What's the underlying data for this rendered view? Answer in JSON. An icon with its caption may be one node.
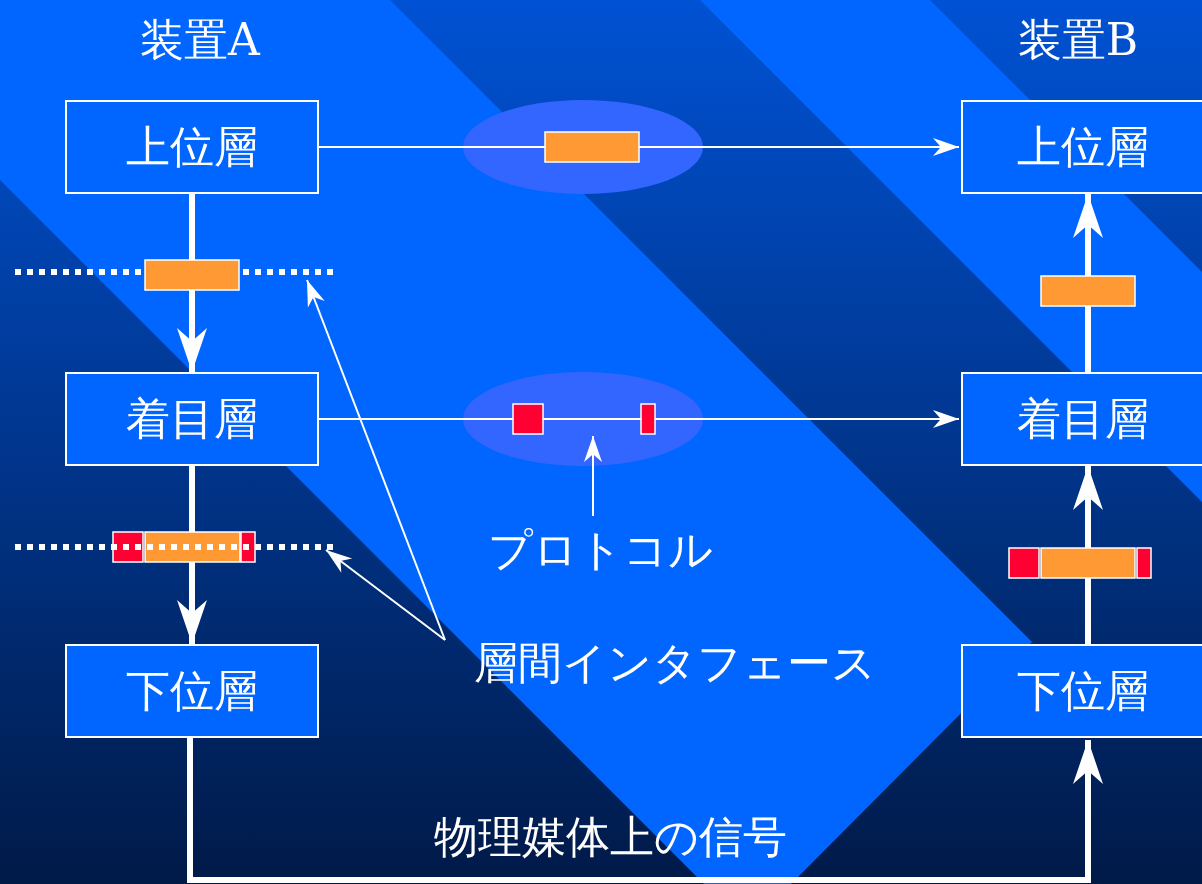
{
  "diagram": {
    "nodes": [
      {
        "text": [
          "上位層"
        ],
        "beside": [
          "装置A"
        ]
      },
      {
        "text": [
          "着目層"
        ]
      },
      {
        "text": [
          "下位層"
        ]
      },
      {
        "text": [
          "上位層"
        ],
        "beside": [
          "装置B"
        ]
      },
      {
        "text": [
          "着目層"
        ]
      },
      {
        "text": [
          "下位層"
        ]
      },
      {
        "text": [
          "プロトコル"
        ]
      },
      {
        "text": [],
        "shape": "ellipse"
      },
      {
        "text": [
          "層間インタフェース"
        ]
      },
      {
        "text": [],
        "shape": "line"
      },
      {
        "text": [],
        "shape": "line"
      },
      {
        "text": [],
        "shape": "ellipse"
      }
    ],
    "edges": [
      {
        "from": 0,
        "to": 7,
        "arrow": "none"
      },
      {
        "from": 7,
        "to": 3,
        "arrow": "to"
      },
      {
        "from": 0,
        "to": 1,
        "arrow": "to",
        "style": "thick"
      },
      {
        "from": 1,
        "to": 11,
        "arrow": "none"
      },
      {
        "from": 11,
        "to": 4,
        "arrow": "to"
      },
      {
        "from": 1,
        "to": 2,
        "arrow": "to",
        "style": "thick"
      },
      {
        "from": 5,
        "to": 4,
        "arrow": "to",
        "style": "thick"
      },
      {
        "from": 4,
        "to": 3,
        "arrow": "to",
        "style": "thick"
      },
      {
        "from": 2,
        "to": 5,
        "arrow": "to",
        "style": "thick",
        "label": "物理媒体上の信号"
      },
      {
        "from": 6,
        "to": 11,
        "arrow": "to"
      },
      {
        "from": 8,
        "to": 9,
        "arrow": "to"
      },
      {
        "from": 8,
        "to": 10,
        "arrow": "to"
      }
    ]
  }
}
